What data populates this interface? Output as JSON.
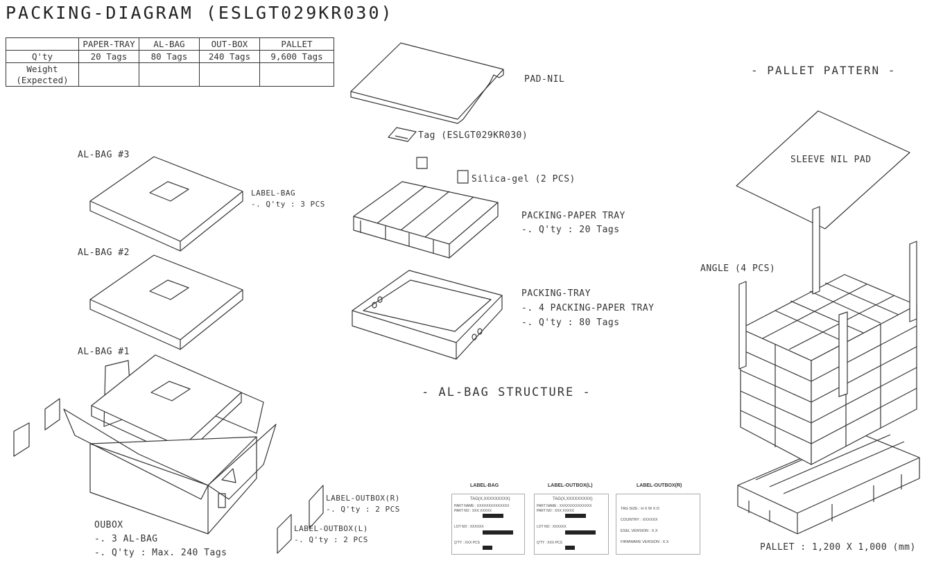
{
  "title": "PACKING-DIAGRAM (ESLGT029KR030)",
  "table": {
    "headers": [
      "",
      "PAPER-TRAY",
      "AL-BAG",
      "OUT-BOX",
      "PALLET"
    ],
    "rows": [
      [
        "Q'ty",
        "20 Tags",
        "80 Tags",
        "240 Tags",
        "9,600 Tags"
      ],
      [
        "Weight\n(Expected)",
        "",
        "",
        "",
        ""
      ]
    ]
  },
  "left": {
    "al_bag_3": "AL-BAG #3",
    "al_bag_2": "AL-BAG #2",
    "al_bag_1": "AL-BAG #1",
    "label_bag_1": "LABEL-BAG",
    "label_bag_2": "-. Q'ty : 3 PCS",
    "outbox_1": "OUBOX",
    "outbox_2": "-. 3 AL-BAG",
    "outbox_3": "-. Q'ty : Max. 240 Tags"
  },
  "center": {
    "pad_nil": "PAD-NIL",
    "tag": "Tag (ESLGT029KR030)",
    "silica": "Silica-gel (2 PCS)",
    "paper_tray_1": "PACKING-PAPER TRAY",
    "paper_tray_2": "-. Q'ty : 20 Tags",
    "tray_1": "PACKING-TRAY",
    "tray_2": "-. 4 PACKING-PAPER TRAY",
    "tray_3": "-. Q'ty : 80 Tags",
    "structure": "- AL-BAG STRUCTURE -",
    "label_outbox_r_1": "LABEL-OUTBOX(R)",
    "label_outbox_r_2": "-. Q'ty : 2 PCS",
    "label_outbox_l_1": "LABEL-OUTBOX(L)",
    "label_outbox_l_2": "-. Q'ty : 2 PCS"
  },
  "labels": {
    "bag": {
      "caption": "LABEL-BAG",
      "tag": "TAG(X,XXXXXXXXX)",
      "part_name": "PART NAME : XXXXXXXXXXXXXX",
      "part_no": "PART NO : XXX XXXXX",
      "lot": "LOT NO : XXXXXX",
      "qty": "Q'TY : XXX PCS"
    },
    "outbox_l": {
      "caption": "LABEL-OUTBOX(L)",
      "tag": "TAG(X,XXXXXXXXX)",
      "part_name": "PART NAME : XXXXXXXXXXXXXX",
      "part_no": "PART NO : XXX XXXXX",
      "lot": "LOT NO : XXXXXX",
      "qty": "Q'TY : XXX PCS"
    },
    "outbox_r": {
      "caption": "LABEL-OUTBOX(R)",
      "size": "TAG SIZE : H X W X D",
      "country": "COUNTRY : XXXXXX",
      "esel": "ESEL VERSION : X.X",
      "firmware": "FIRMWARE VERSION : X.X"
    }
  },
  "right": {
    "pattern": "- PALLET PATTERN -",
    "sleeve": "SLEEVE NIL PAD",
    "angle": "ANGLE (4 PCS)",
    "pallet": "PALLET : 1,200 X 1,000 (mm)"
  }
}
